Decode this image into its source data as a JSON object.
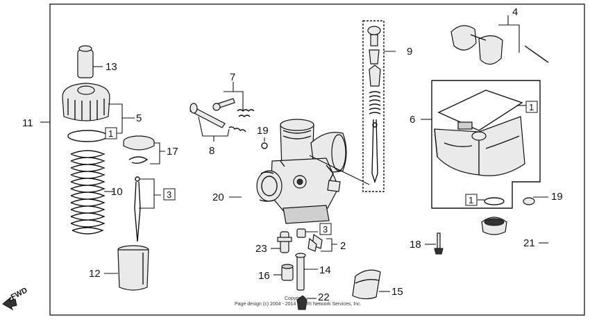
{
  "callouts": {
    "c2": "2",
    "c3a": "3",
    "c3b": "3",
    "c4": "4",
    "c5": "5",
    "c6": "6",
    "c7": "7",
    "c8": "8",
    "c9": "9",
    "c10": "10",
    "c11": "11",
    "c12": "12",
    "c13": "13",
    "c14": "14",
    "c15": "15",
    "c16": "16",
    "c17": "17",
    "c18": "18",
    "c19a": "19",
    "c19b": "19",
    "c20": "20",
    "c21": "21",
    "c22": "22",
    "c23": "23",
    "box1a": "1",
    "box1b": "1",
    "box1c": "1"
  },
  "fwd_label": "FWD",
  "copyright": {
    "line1": "Copyright",
    "line2": "Page design (c) 2004 - 2014 by ARI Network Services, Inc."
  },
  "colors": {
    "ink": "#111111",
    "background": "#ffffff"
  }
}
